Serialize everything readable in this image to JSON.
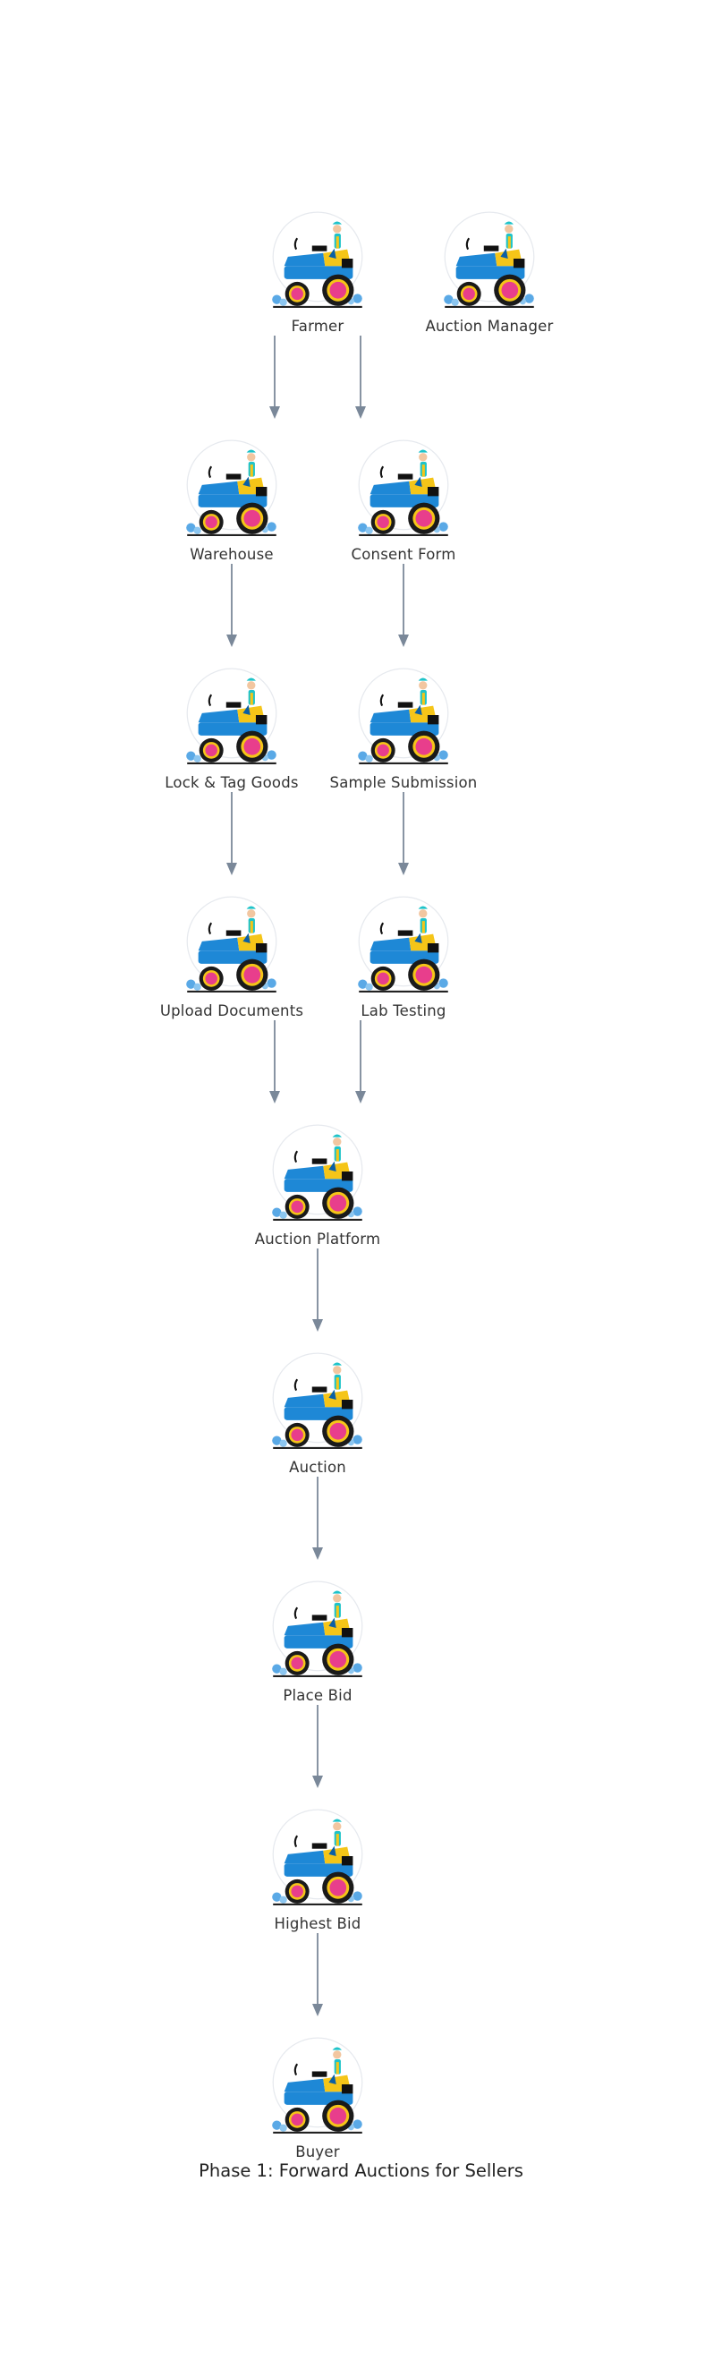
{
  "diagram": {
    "caption": "Phase 1: Forward Auctions for Sellers",
    "icon": "tractor-with-farmer-icon",
    "colors": {
      "arrow": "#7a8899",
      "text": "#333333",
      "tractor_body": "#1e88d6",
      "wheel_hub": "#e83e8c",
      "wheel_rim": "#f5c518",
      "tire": "#1a1a1a"
    },
    "nodes": [
      {
        "id": "farmer",
        "label": "Farmer"
      },
      {
        "id": "auction_manager",
        "label": "Auction Manager"
      },
      {
        "id": "warehouse",
        "label": "Warehouse"
      },
      {
        "id": "consent_form",
        "label": "Consent Form"
      },
      {
        "id": "lock_tag_goods",
        "label": "Lock & Tag Goods"
      },
      {
        "id": "sample_submission",
        "label": "Sample Submission"
      },
      {
        "id": "upload_documents",
        "label": "Upload Documents"
      },
      {
        "id": "lab_testing",
        "label": "Lab Testing"
      },
      {
        "id": "auction_platform",
        "label": "Auction Platform"
      },
      {
        "id": "auction",
        "label": "Auction"
      },
      {
        "id": "place_bid",
        "label": "Place Bid"
      },
      {
        "id": "highest_bid",
        "label": "Highest Bid"
      },
      {
        "id": "buyer",
        "label": "Buyer"
      }
    ],
    "edges": [
      {
        "from": "farmer",
        "to": "warehouse"
      },
      {
        "from": "farmer",
        "to": "consent_form"
      },
      {
        "from": "warehouse",
        "to": "lock_tag_goods"
      },
      {
        "from": "consent_form",
        "to": "sample_submission"
      },
      {
        "from": "lock_tag_goods",
        "to": "upload_documents"
      },
      {
        "from": "sample_submission",
        "to": "lab_testing"
      },
      {
        "from": "upload_documents",
        "to": "auction_platform"
      },
      {
        "from": "lab_testing",
        "to": "auction_platform"
      },
      {
        "from": "auction_platform",
        "to": "auction"
      },
      {
        "from": "auction",
        "to": "place_bid"
      },
      {
        "from": "place_bid",
        "to": "highest_bid"
      },
      {
        "from": "highest_bid",
        "to": "buyer"
      }
    ]
  }
}
